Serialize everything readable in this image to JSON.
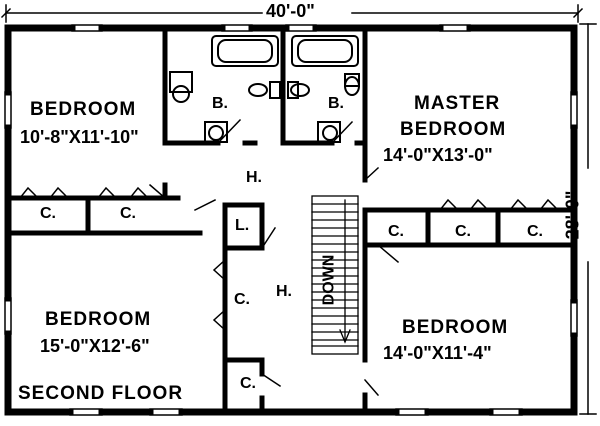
{
  "plan": {
    "overall_width": "40'-0\"",
    "overall_depth": "28'-0\"",
    "floor_label": "SECOND FLOOR"
  },
  "rooms": {
    "bedroom1": {
      "name": "BEDROOM",
      "size": "10'-8\"X11'-10\""
    },
    "master": {
      "name1": "MASTER",
      "name2": "BEDROOM",
      "size": "14'-0\"X13'-0\""
    },
    "bedroom2": {
      "name": "BEDROOM",
      "size": "15'-0\"X12'-6\""
    },
    "bedroom3": {
      "name": "BEDROOM",
      "size": "14'-0\"X11'-4\""
    }
  },
  "labels": {
    "bath": "B.",
    "hall": "H.",
    "closet": "C.",
    "linen": "L.",
    "stairs": "DOWN"
  }
}
